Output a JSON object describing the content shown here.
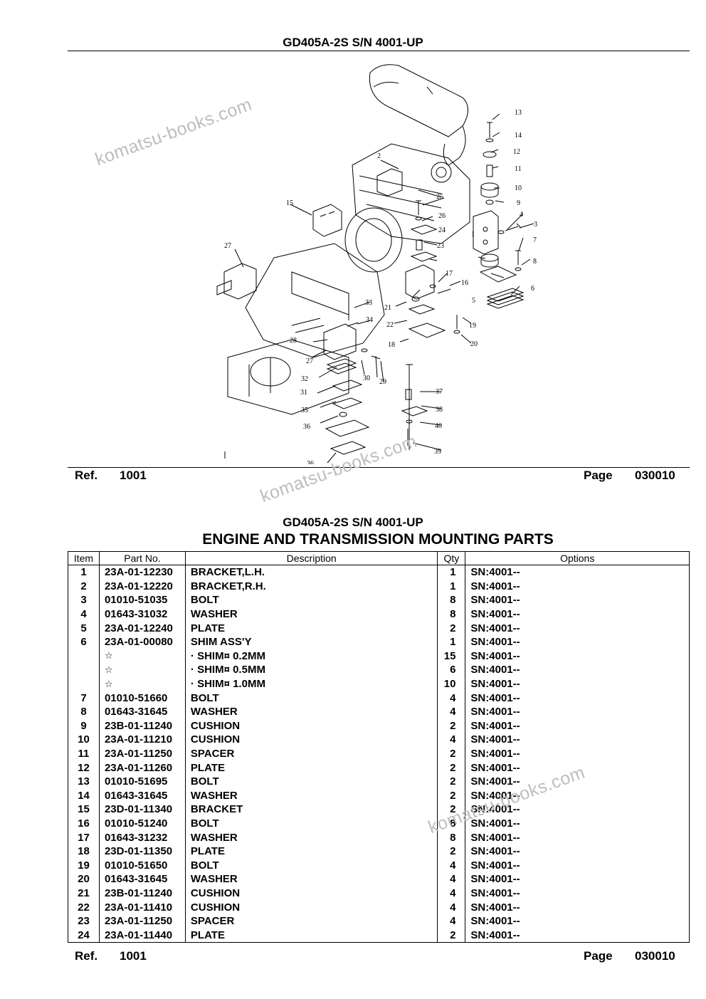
{
  "header": {
    "model": "GD405A-2S S/N 4001-UP"
  },
  "watermark": "komatsu-books.com",
  "footer": {
    "ref_label": "Ref.",
    "ref_value": "1001",
    "page_label": "Page",
    "page_value": "030010"
  },
  "callouts": [
    "1",
    "2",
    "3",
    "4",
    "5",
    "6",
    "7",
    "8",
    "9",
    "10",
    "11",
    "12",
    "13",
    "14",
    "15",
    "16",
    "17",
    "18",
    "19",
    "20",
    "21",
    "22",
    "23",
    "24",
    "25",
    "26",
    "27",
    "27",
    "28",
    "29",
    "30",
    "31",
    "32",
    "33",
    "34",
    "35",
    "36",
    "36",
    "37",
    "38",
    "39",
    "40"
  ],
  "title": "ENGINE AND TRANSMISSION MOUNTING PARTS",
  "columns": [
    "Item",
    "Part No.",
    "Description",
    "Qty",
    "Options"
  ],
  "rows": [
    {
      "item": "1",
      "part": "23A-01-12230",
      "desc": "BRACKET,L.H.",
      "qty": "1",
      "opt": "SN:4001--"
    },
    {
      "item": "2",
      "part": "23A-01-12220",
      "desc": "BRACKET,R.H.",
      "qty": "1",
      "opt": "SN:4001--"
    },
    {
      "item": "3",
      "part": "01010-51035",
      "desc": "BOLT",
      "qty": "8",
      "opt": "SN:4001--"
    },
    {
      "item": "4",
      "part": "01643-31032",
      "desc": "WASHER",
      "qty": "8",
      "opt": "SN:4001--"
    },
    {
      "item": "5",
      "part": "23A-01-12240",
      "desc": "PLATE",
      "qty": "2",
      "opt": "SN:4001--"
    },
    {
      "item": "6",
      "part": "23A-01-00080",
      "desc": "SHIM ASS'Y",
      "qty": "1",
      "opt": "SN:4001--"
    },
    {
      "item": "",
      "part": "☆",
      "desc": "· SHIM¤ 0.2MM",
      "qty": "15",
      "opt": "SN:4001--"
    },
    {
      "item": "",
      "part": "☆",
      "desc": "· SHIM¤ 0.5MM",
      "qty": "6",
      "opt": "SN:4001--"
    },
    {
      "item": "",
      "part": "☆",
      "desc": "· SHIM¤ 1.0MM",
      "qty": "10",
      "opt": "SN:4001--"
    },
    {
      "item": "7",
      "part": "01010-51660",
      "desc": "BOLT",
      "qty": "4",
      "opt": "SN:4001--"
    },
    {
      "item": "8",
      "part": "01643-31645",
      "desc": "WASHER",
      "qty": "4",
      "opt": "SN:4001--"
    },
    {
      "item": "9",
      "part": "23B-01-11240",
      "desc": "CUSHION",
      "qty": "2",
      "opt": "SN:4001--"
    },
    {
      "item": "10",
      "part": "23A-01-11210",
      "desc": "CUSHION",
      "qty": "4",
      "opt": "SN:4001--"
    },
    {
      "item": "11",
      "part": "23A-01-11250",
      "desc": "SPACER",
      "qty": "2",
      "opt": "SN:4001--"
    },
    {
      "item": "12",
      "part": "23A-01-11260",
      "desc": "PLATE",
      "qty": "2",
      "opt": "SN:4001--"
    },
    {
      "item": "13",
      "part": "01010-51695",
      "desc": "BOLT",
      "qty": "2",
      "opt": "SN:4001--"
    },
    {
      "item": "14",
      "part": "01643-31645",
      "desc": "WASHER",
      "qty": "2",
      "opt": "SN:4001--"
    },
    {
      "item": "15",
      "part": "23D-01-11340",
      "desc": "BRACKET",
      "qty": "2",
      "opt": "SN:4001--"
    },
    {
      "item": "16",
      "part": "01010-51240",
      "desc": "BOLT",
      "qty": "8",
      "opt": "SN:4001--"
    },
    {
      "item": "17",
      "part": "01643-31232",
      "desc": "WASHER",
      "qty": "8",
      "opt": "SN:4001--"
    },
    {
      "item": "18",
      "part": "23D-01-11350",
      "desc": "PLATE",
      "qty": "2",
      "opt": "SN:4001--"
    },
    {
      "item": "19",
      "part": "01010-51650",
      "desc": "BOLT",
      "qty": "4",
      "opt": "SN:4001--"
    },
    {
      "item": "20",
      "part": "01643-31645",
      "desc": "WASHER",
      "qty": "4",
      "opt": "SN:4001--"
    },
    {
      "item": "21",
      "part": "23B-01-11240",
      "desc": "CUSHION",
      "qty": "4",
      "opt": "SN:4001--"
    },
    {
      "item": "22",
      "part": "23A-01-11410",
      "desc": "CUSHION",
      "qty": "4",
      "opt": "SN:4001--"
    },
    {
      "item": "23",
      "part": "23A-01-11250",
      "desc": "SPACER",
      "qty": "4",
      "opt": "SN:4001--"
    },
    {
      "item": "24",
      "part": "23A-01-11440",
      "desc": "PLATE",
      "qty": "2",
      "opt": "SN:4001--"
    }
  ]
}
